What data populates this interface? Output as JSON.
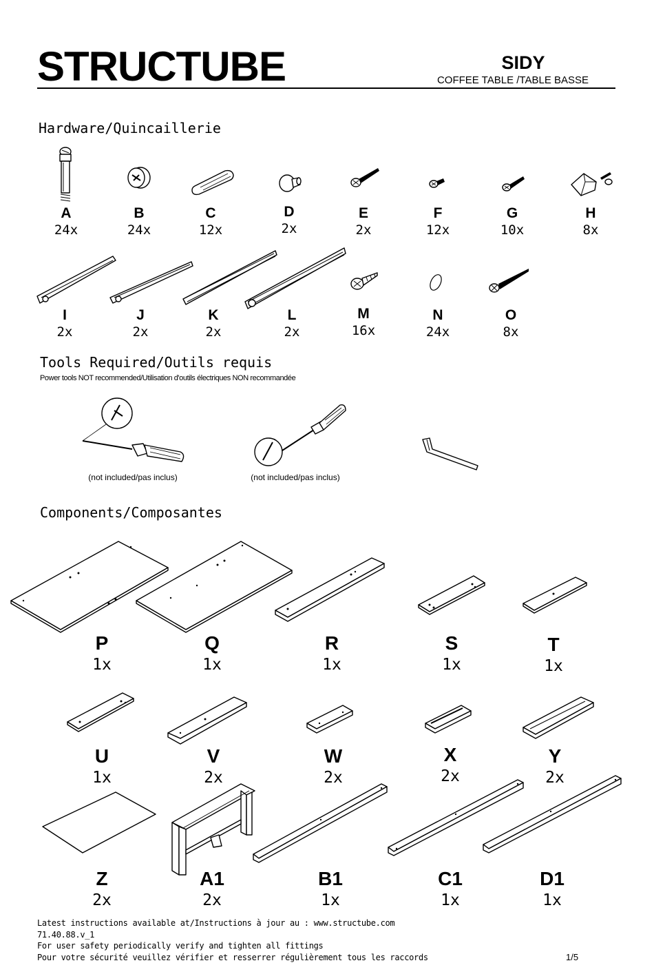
{
  "header": {
    "brand": "STRUCTUBE",
    "model": "SIDY",
    "product_type": "COFFEE TABLE /TABLE BASSE"
  },
  "hardware": {
    "title": "Hardware/Quincaillerie",
    "items": [
      {
        "code": "A",
        "qty": "24x",
        "icon": "cam-bolt-icon"
      },
      {
        "code": "B",
        "qty": "24x",
        "icon": "cam-lock-icon"
      },
      {
        "code": "C",
        "qty": "12x",
        "icon": "wood-dowel-icon"
      },
      {
        "code": "D",
        "qty": "2x",
        "icon": "knob-icon"
      },
      {
        "code": "E",
        "qty": "2x",
        "icon": "screw-icon"
      },
      {
        "code": "F",
        "qty": "12x",
        "icon": "short-screw-icon"
      },
      {
        "code": "G",
        "qty": "10x",
        "icon": "screw-icon"
      },
      {
        "code": "H",
        "qty": "8x",
        "icon": "bracket-screw-icon"
      },
      {
        "code": "I",
        "qty": "2x",
        "icon": "drawer-slide-icon"
      },
      {
        "code": "J",
        "qty": "2x",
        "icon": "drawer-slide-icon"
      },
      {
        "code": "K",
        "qty": "2x",
        "icon": "drawer-slide-icon"
      },
      {
        "code": "L",
        "qty": "2x",
        "icon": "drawer-slide-icon"
      },
      {
        "code": "M",
        "qty": "16x",
        "icon": "wood-screw-icon"
      },
      {
        "code": "N",
        "qty": "24x",
        "icon": "ring-icon"
      },
      {
        "code": "O",
        "qty": "8x",
        "icon": "long-screw-icon"
      }
    ]
  },
  "tools": {
    "title": "Tools Required/Outils requis",
    "note": "Power tools NOT recommended/Utilisation d'outils électriques NON recommandée",
    "items": [
      {
        "label": "(not included/pas inclus)",
        "icon": "phillips-screwdriver-icon"
      },
      {
        "label": "(not included/pas inclus)",
        "icon": "flat-screwdriver-icon"
      },
      {
        "label": "",
        "icon": "allen-key-icon"
      }
    ]
  },
  "components": {
    "title": "Components/Composantes",
    "items": [
      {
        "code": "P",
        "qty": "1x"
      },
      {
        "code": "Q",
        "qty": "1x"
      },
      {
        "code": "R",
        "qty": "1x"
      },
      {
        "code": "S",
        "qty": "1x"
      },
      {
        "code": "T",
        "qty": "1x"
      },
      {
        "code": "U",
        "qty": "1x"
      },
      {
        "code": "V",
        "qty": "2x"
      },
      {
        "code": "W",
        "qty": "2x"
      },
      {
        "code": "X",
        "qty": "2x"
      },
      {
        "code": "Y",
        "qty": "2x"
      },
      {
        "code": "Z",
        "qty": "2x"
      },
      {
        "code": "A1",
        "qty": "2x"
      },
      {
        "code": "B1",
        "qty": "1x"
      },
      {
        "code": "C1",
        "qty": "1x"
      },
      {
        "code": "D1",
        "qty": "1x"
      }
    ]
  },
  "footer": {
    "line1": "Latest instructions available at/Instructions à jour au : www.structube.com",
    "line2": "71.40.88.v_1",
    "line3": "For user safety periodically verify and tighten all fittings",
    "line4": "Pour votre sécurité veuillez vérifier et resserrer réguliè­rement tous les raccords",
    "page": "1/5"
  }
}
